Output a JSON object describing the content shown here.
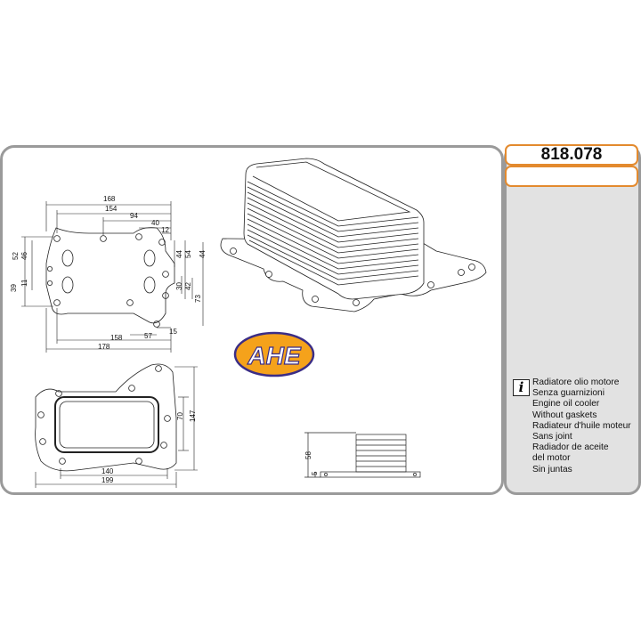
{
  "product": {
    "code": "818.078",
    "brand": "AHE",
    "description_lines": [
      "Radiatore olio motore",
      "Senza guarnizioni",
      "Engine oil  cooler",
      "Without gaskets",
      "Radiateur d'huile moteur",
      "Sans joint",
      "Radiador de aceite",
      "del motor",
      "Sin juntas"
    ]
  },
  "drawing_top": {
    "dims": [
      "168",
      "154",
      "94",
      "40",
      "12",
      "52",
      "46",
      "44",
      "54",
      "44",
      "39",
      "11",
      "30",
      "42",
      "73",
      "158",
      "178",
      "57",
      "15"
    ]
  },
  "drawing_bottom": {
    "dims": [
      "70",
      "147",
      "140",
      "199"
    ]
  },
  "drawing_side": {
    "dims": [
      "58",
      "5"
    ]
  },
  "colors": {
    "logo_fill": "#f5a21b",
    "logo_ring": "#3b2d86",
    "frame": "#9a9a9a",
    "accent_box": "#e38a2e"
  }
}
